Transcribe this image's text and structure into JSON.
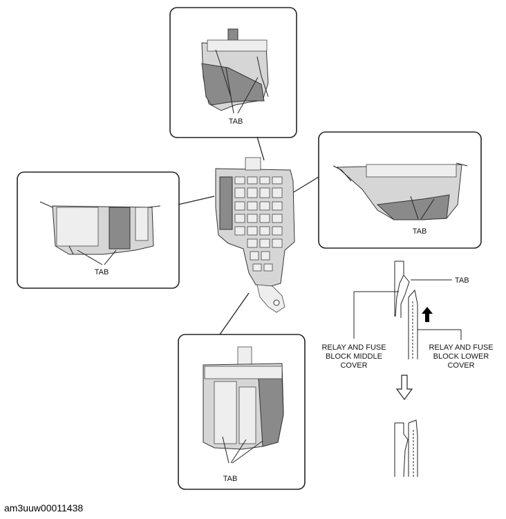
{
  "labels": {
    "tab_top": "TAB",
    "tab_left": "TAB",
    "tab_right": "TAB",
    "tab_bottom": "TAB",
    "tab_section": "TAB",
    "middle_cover_line1": "RELAY AND FUSE",
    "middle_cover_line2": "BLOCK MIDDLE",
    "middle_cover_line3": "COVER",
    "lower_cover_line1": "RELAY AND FUSE",
    "lower_cover_line2": "BLOCK LOWER",
    "lower_cover_line3": "COVER"
  },
  "image_code": "am3uuw00011438"
}
